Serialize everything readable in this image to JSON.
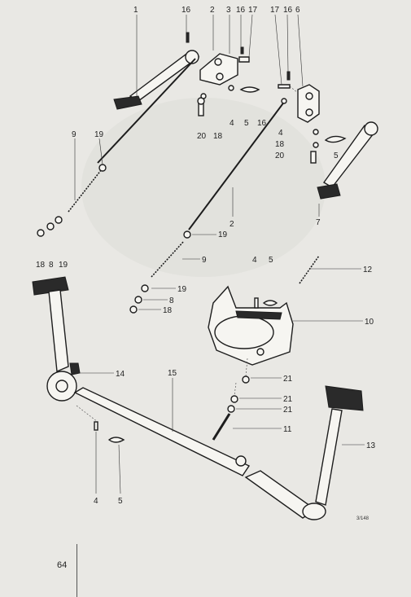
{
  "page_number": "64",
  "figure_code": "3/148",
  "callouts": [
    "1",
    "16",
    "2",
    "3",
    "16",
    "17",
    "17",
    "16",
    "6",
    "20",
    "18",
    "4",
    "5",
    "16",
    "4",
    "18",
    "20",
    "5",
    "9",
    "19",
    "7",
    "2",
    "19",
    "18",
    "8",
    "19",
    "9",
    "4",
    "5",
    "12",
    "19",
    "8",
    "18",
    "10",
    "14",
    "15",
    "21",
    "21",
    "21",
    "11",
    "13",
    "4",
    "5"
  ]
}
